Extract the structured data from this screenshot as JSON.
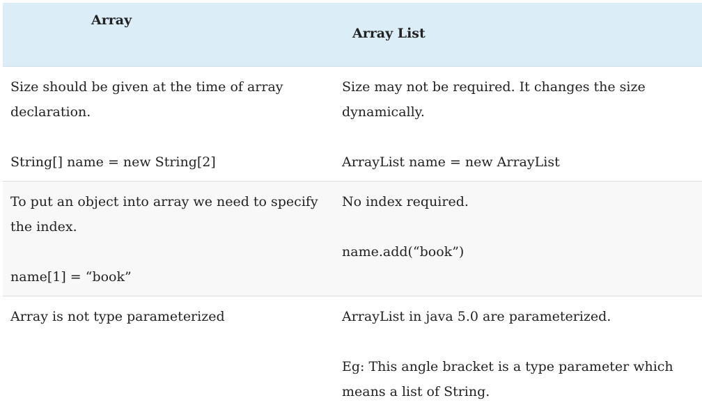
{
  "header": {
    "col1": "Array",
    "col2": "Array List"
  },
  "rows": [
    {
      "col1": [
        "Size should be given at the time of array declaration.",
        "String[] name = new String[2]"
      ],
      "col2": [
        "Size may not be required. It changes the size dynamically.",
        "ArrayList name = new ArrayList"
      ]
    },
    {
      "col1": [
        "To put an object into array we need to specify the index.",
        "name[1] = “book”"
      ],
      "col2": [
        "No index required.",
        "name.add(“book”)"
      ]
    },
    {
      "col1": [
        "Array is not type parameterized"
      ],
      "col2": [
        "ArrayList in java 5.0 are parameterized.",
        "Eg: This angle bracket is a type parameter which means a list of String."
      ]
    }
  ]
}
